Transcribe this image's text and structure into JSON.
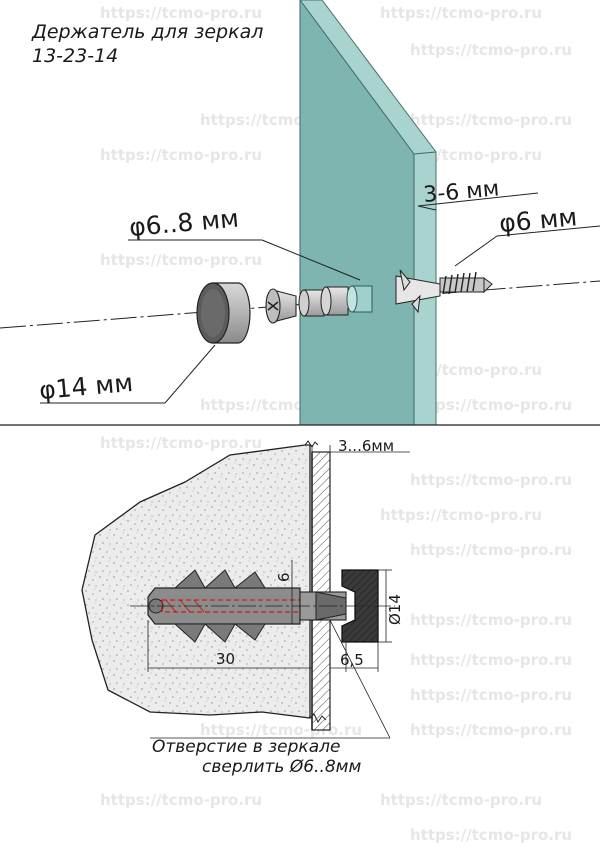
{
  "title": "Держатель для зеркал",
  "article": "13-23-14",
  "watermark": "https://tcmo-pro.ru",
  "labels": {
    "hole_diameter": "φ6..8 мм",
    "glass_thickness": "3-6 мм",
    "screw_diameter": "φ6 мм",
    "cap_diameter": "φ14 мм"
  },
  "section": {
    "thickness": "3...6мм",
    "dim_6": "6",
    "dim_14": "Ø14",
    "dim_30": "30",
    "dim_6_5": "6,5",
    "note_line1": "Отверстие в зеркале",
    "note_line2": "сверлить Ø6..8мм"
  },
  "colors": {
    "glass_face": "#7fb5b0",
    "glass_edge": "#a9d3cf",
    "wall": "#ececec",
    "cap": "#333333",
    "anchor": "#8a8a8a",
    "screw": "#555555",
    "hidden_line": "#e00000"
  }
}
